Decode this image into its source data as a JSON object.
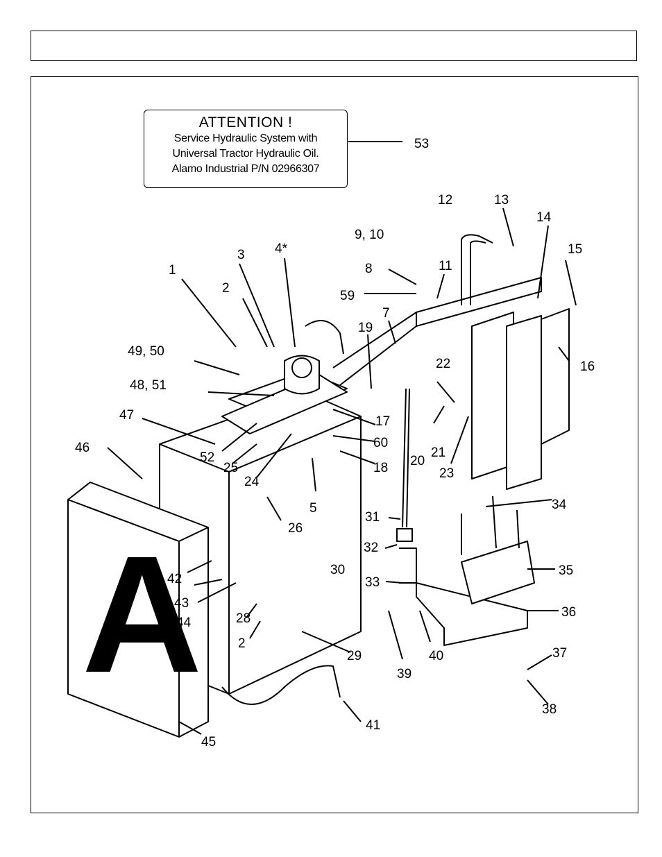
{
  "header": {
    "title": ""
  },
  "notice": {
    "title": "ATTENTION !",
    "lines": [
      "Service Hydraulic System with",
      "Universal Tractor Hydraulic Oil.",
      "Alamo Industrial P/N 02966307"
    ]
  },
  "panel_letter": "A",
  "callouts": [
    "53",
    "12",
    "13",
    "14",
    "15",
    "9, 10",
    "8",
    "11",
    "59",
    "3",
    "4*",
    "1",
    "2",
    "7",
    "19",
    "49, 50",
    "16",
    "22",
    "48, 51",
    "17",
    "47",
    "60",
    "46",
    "52",
    "25",
    "20",
    "21",
    "18",
    "24",
    "23",
    "5",
    "34",
    "31",
    "26",
    "30",
    "32",
    "35",
    "33",
    "42",
    "43",
    "36",
    "44",
    "28",
    "2",
    "39",
    "40",
    "37",
    "29",
    "38",
    "41",
    "45"
  ]
}
